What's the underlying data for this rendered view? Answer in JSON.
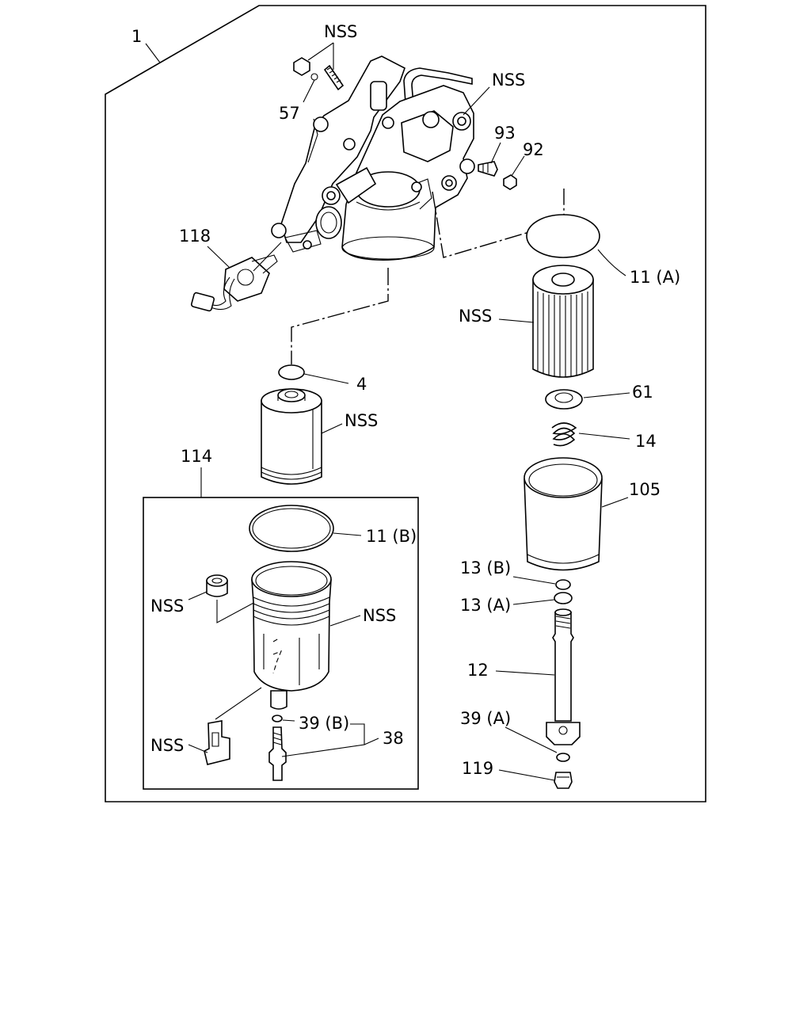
{
  "labels": {
    "l_1": "1",
    "l_nss_top": "NSS",
    "l_57": "57",
    "l_nss_head": "NSS",
    "l_93": "93",
    "l_92": "92",
    "l_118": "118",
    "l_11a": "11 (A)",
    "l_nss_elem_r": "NSS",
    "l_4": "4",
    "l_61": "61",
    "l_nss_elem_l": "NSS",
    "l_14": "14",
    "l_114": "114",
    "l_105": "105",
    "l_11b": "11 (B)",
    "l_13b": "13 (B)",
    "l_nss_cap": "NSS",
    "l_nss_bowl": "NSS",
    "l_13a": "13 (A)",
    "l_12": "12",
    "l_39b": "39 (B)",
    "l_38": "38",
    "l_39a": "39 (A)",
    "l_nss_sensor": "NSS",
    "l_119": "119"
  }
}
